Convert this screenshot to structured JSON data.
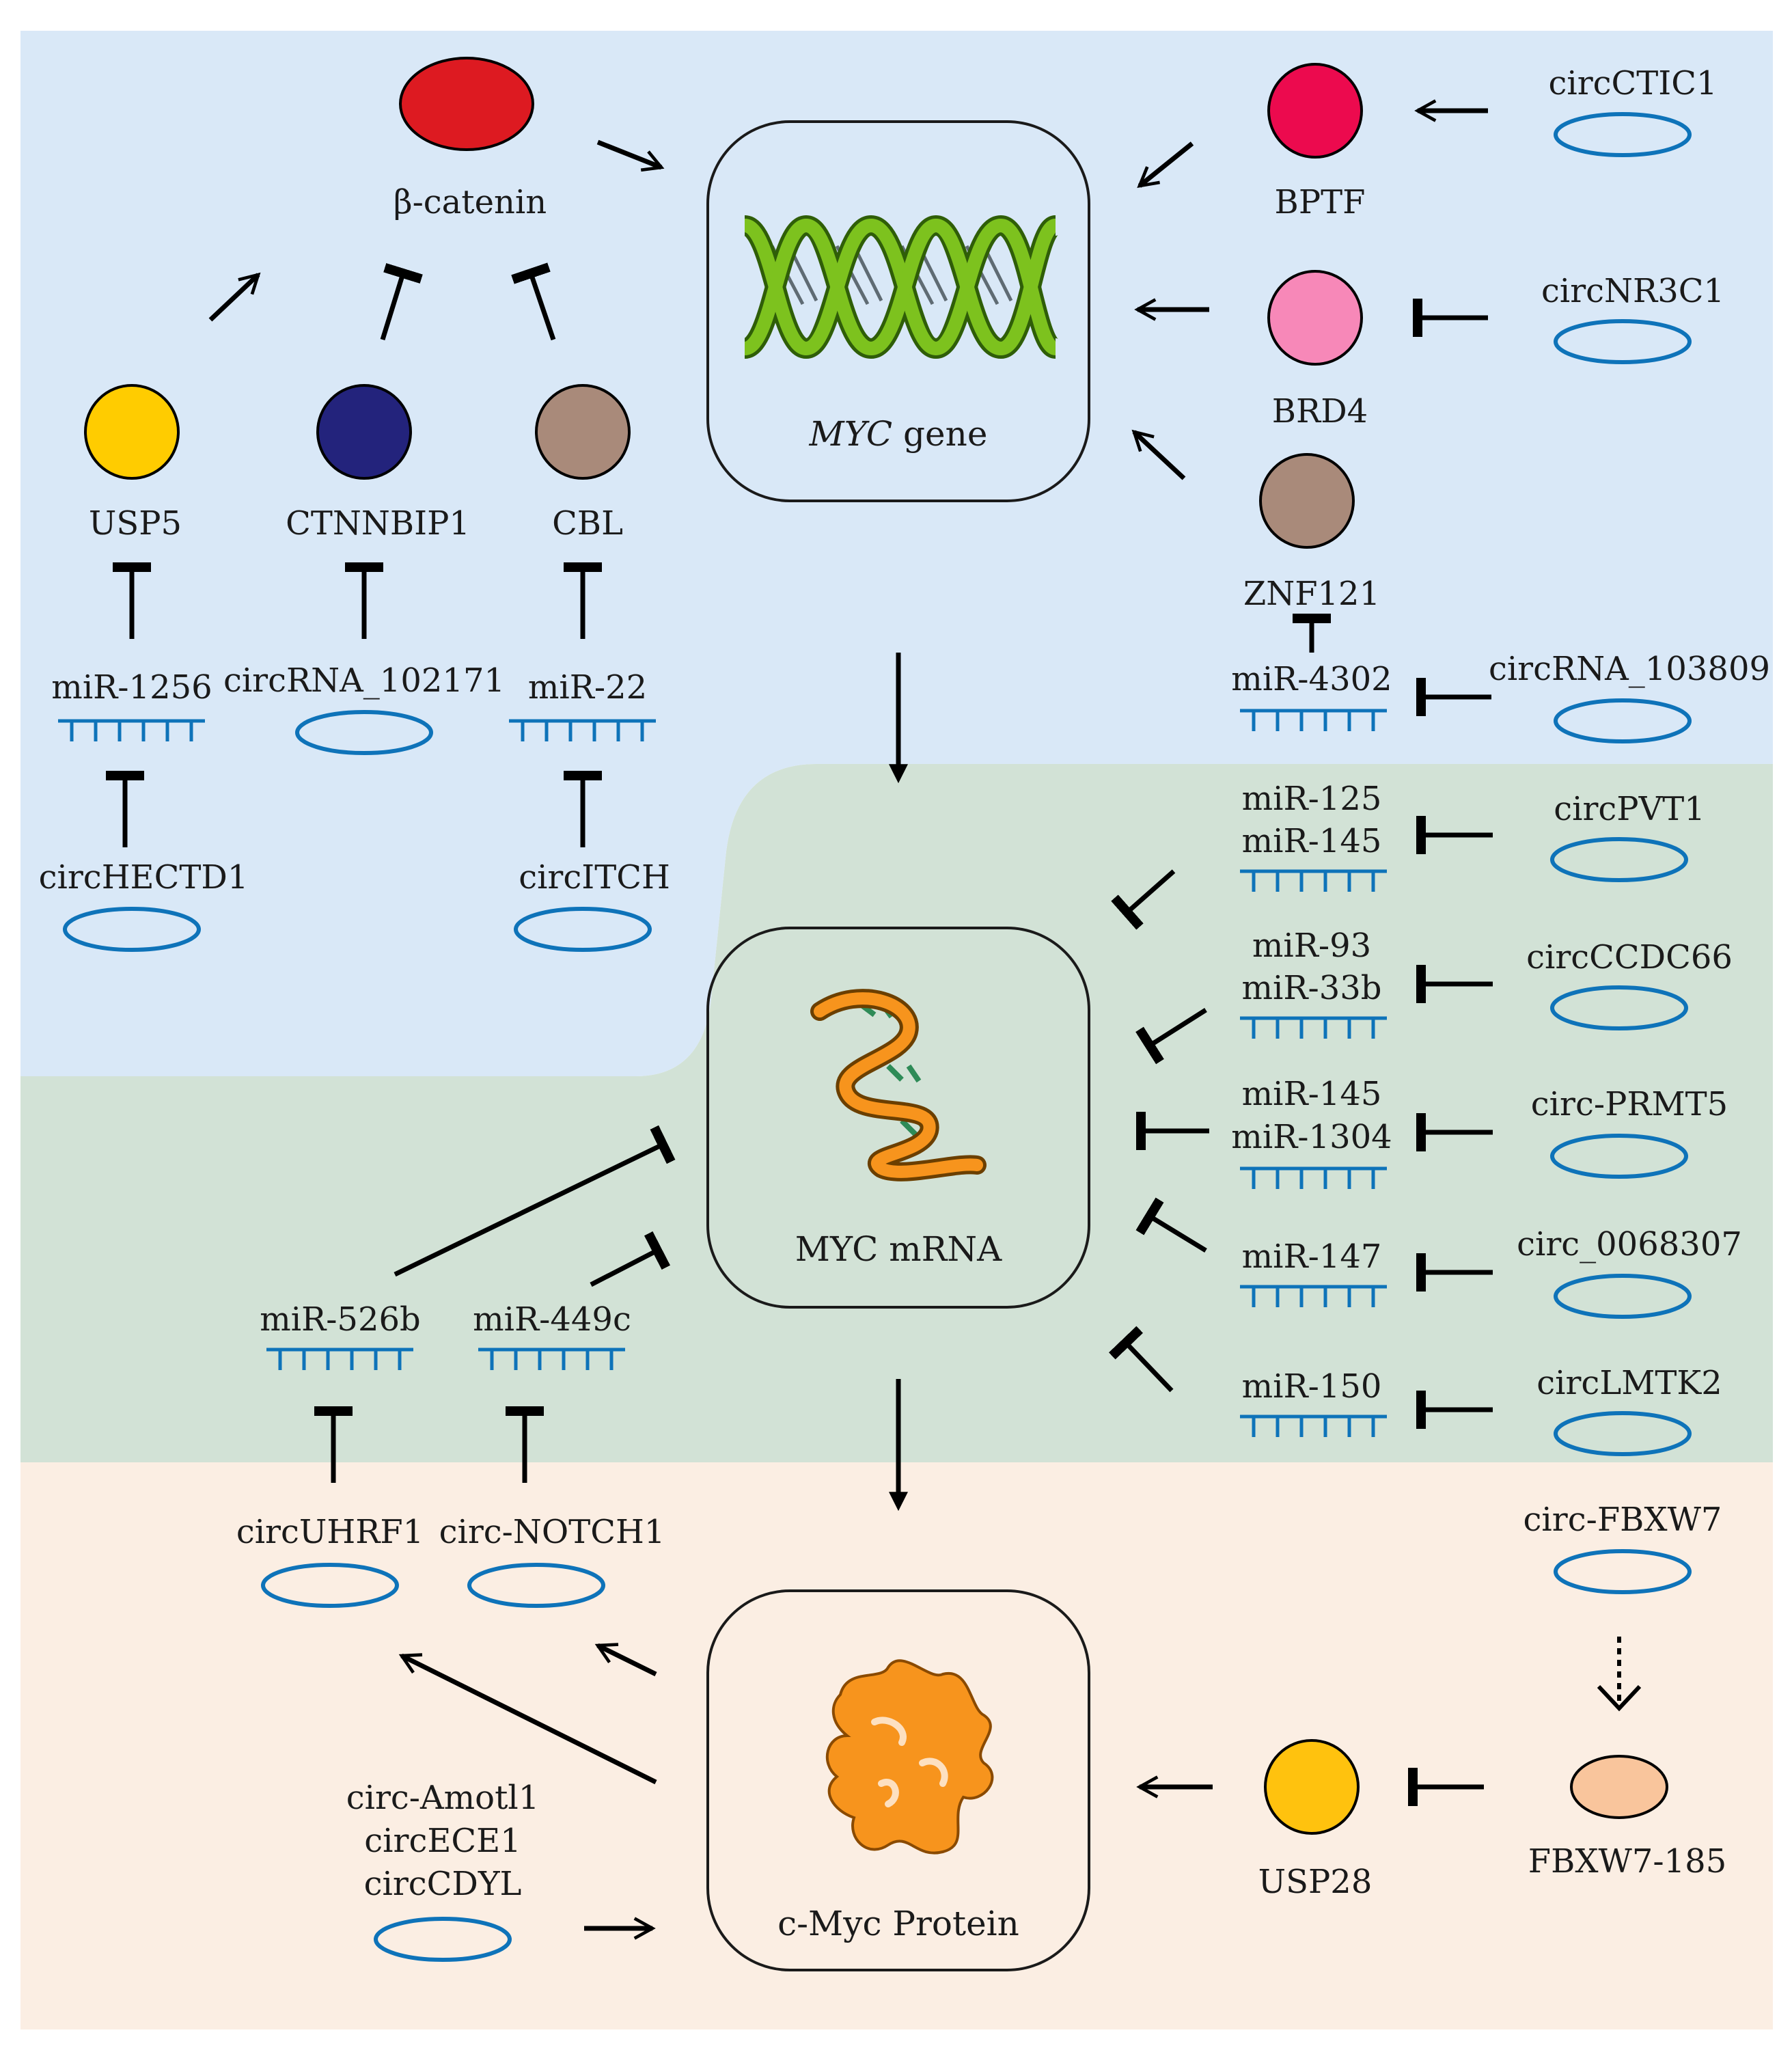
{
  "regions": {
    "nucleus_color": "#d9e8f7",
    "cytoplasm_color": "#d2e2d6",
    "protein_zone_color": "#fbeee3"
  },
  "boxes": {
    "gene_label_italic": "MYC",
    "gene_label_rest": " gene",
    "mrna_label": "MYC mRNA",
    "protein_label": "c-Myc Protein"
  },
  "labels": {
    "beta_catenin": "β-catenin",
    "usp5": "USP5",
    "ctnnbip1": "CTNNBIP1",
    "cbl": "CBL",
    "bptf": "BPTF",
    "brd4": "BRD4",
    "znf121": "ZNF121",
    "usp28": "USP28",
    "fbxw7_185": "FBXW7-185"
  },
  "mirnas": {
    "mir_1256": "miR-1256",
    "mir_22": "miR-22",
    "mir_4302": "miR-4302",
    "mir_125": "miR-125",
    "mir_145_a": "miR-145",
    "mir_93": "miR-93",
    "mir_33b": "miR-33b",
    "mir_145_b": "miR-145",
    "mir_1304": "miR-1304",
    "mir_147": "miR-147",
    "mir_150": "miR-150",
    "mir_526b": "miR-526b",
    "mir_449c": "miR-449c"
  },
  "circrnas": {
    "circ_rna_102171": "circRNA_102171",
    "circ_hectd1": "circHECTD1",
    "circ_itch": "circITCH",
    "circ_ctic1": "circCTIC1",
    "circ_nr3c1": "circNR3C1",
    "circ_rna_103809": "circRNA_103809",
    "circ_pvt1": "circPVT1",
    "circ_ccdc66": "circCCDC66",
    "circ_prmt5": "circ-PRMT5",
    "circ_0068307": "circ_0068307",
    "circ_lmtk2": "circLMTK2",
    "circ_uhrf1": "circUHRF1",
    "circ_notch1": "circ-NOTCH1",
    "circ_fbxw7": "circ-FBXW7",
    "circ_amotl1": "circ-Amotl1",
    "circ_ece1": "circECE1",
    "circ_cdyl": "circCDYL"
  },
  "colors": {
    "beta_catenin": "#dd1a21",
    "usp5": "#ffcc00",
    "ctnnbip1": "#23237c",
    "cbl": "#a98a7a",
    "bptf": "#ec0a4e",
    "brd4": "#f788b8",
    "znf121": "#a98a7a",
    "usp28": "#ffc20e",
    "fbxw7_185": "#f9c59c",
    "rna_strand": "#0e73b9",
    "dna": "#7dc21e",
    "mrna": "#f7941d",
    "protein": "#f7941d"
  }
}
